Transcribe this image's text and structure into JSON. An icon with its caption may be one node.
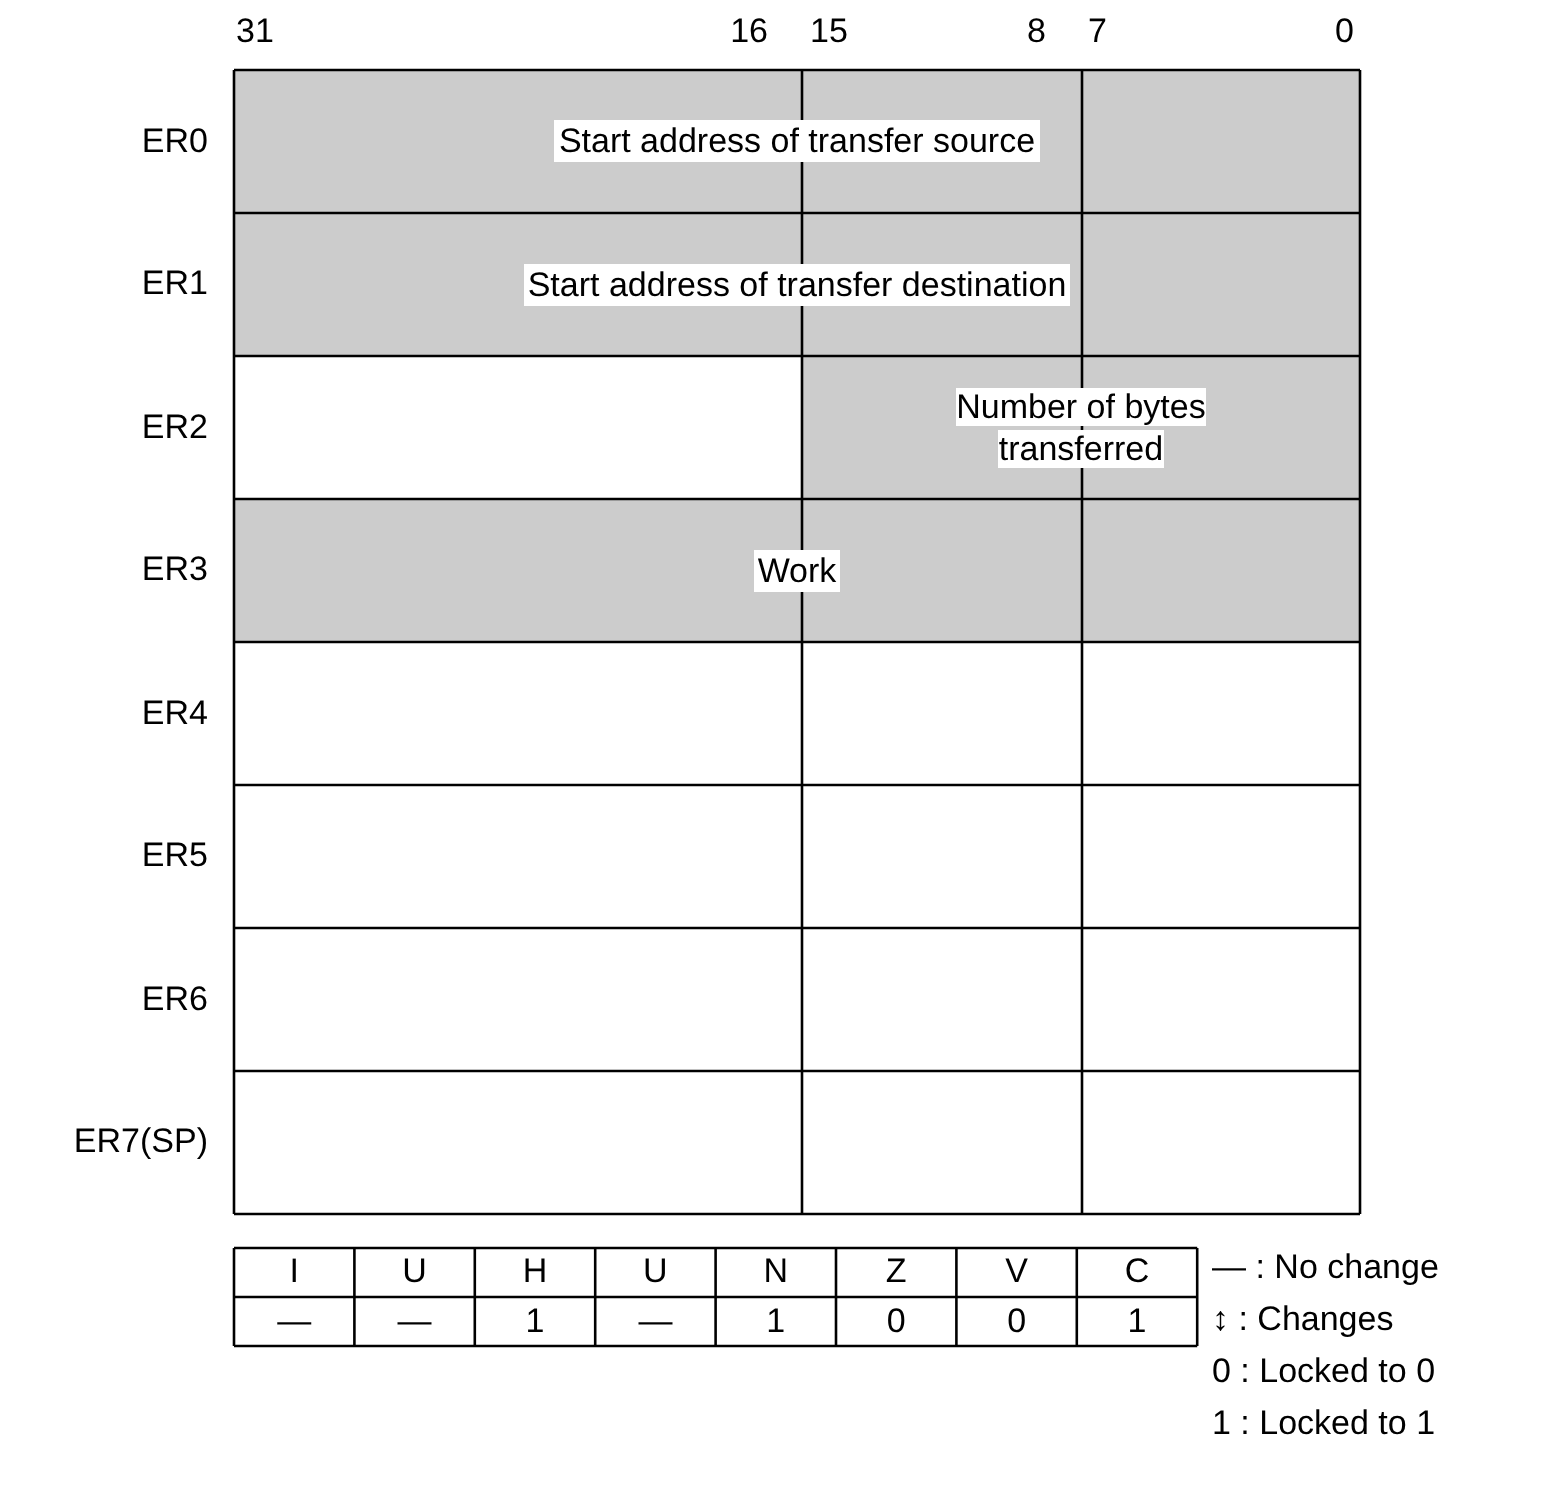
{
  "diagram": {
    "nodes": [
      {
        "text": [
          "Start address of transfer source"
        ]
      },
      {
        "text": [
          "Start address of transfer destination"
        ]
      },
      {
        "text": [
          "Number of bytes transferred"
        ]
      },
      {
        "text": [
          "Work"
        ]
      }
    ],
    "labels": [
      "31",
      "16",
      "15",
      "8",
      "7",
      "0",
      "ER0",
      "ER1",
      "ER2",
      "ER3",
      "ER4",
      "ER5",
      "ER6",
      "ER7(SP)",
      "I",
      "U",
      "H",
      "U",
      "N",
      "Z",
      "V",
      "C",
      "—",
      "—",
      "1",
      "—",
      "1",
      "0",
      "0",
      "1"
    ],
    "legend": [
      {
        "text": "— : No change"
      },
      {
        "text": "↕ : Changes"
      },
      {
        "text": "0 : Locked to 0"
      },
      {
        "text": "1 : Locked to 1"
      }
    ]
  }
}
